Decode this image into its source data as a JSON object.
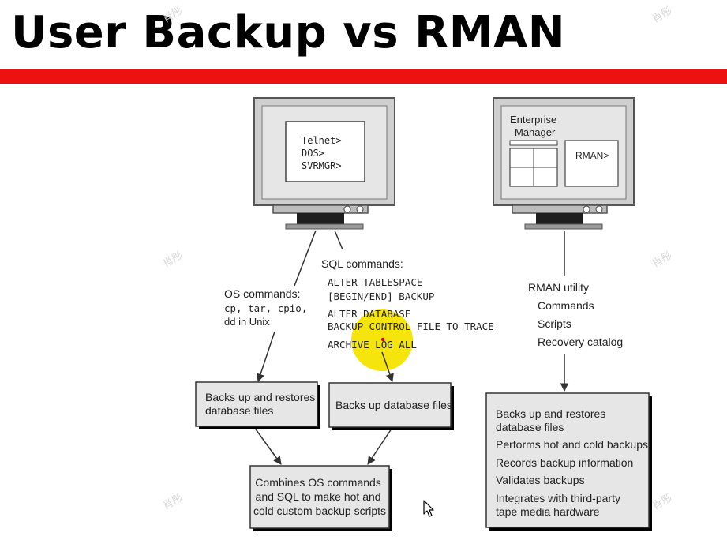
{
  "slide": {
    "title": "User Backup vs RMAN",
    "title_bar_color": "#ee1111",
    "watermark": "肖彤"
  },
  "left": {
    "screen_lines": [
      "Telnet>",
      "DOS>",
      "SVRMGR>"
    ],
    "os_commands": [
      "OS commands:",
      "cp, tar, cpio,",
      "dd in Unix"
    ],
    "sql_heading": "SQL commands:",
    "sql_lines": [
      "ALTER TABLESPACE",
      "[BEGIN/END] BACKUP",
      "ALTER DATABASE",
      "BACKUP CONTROL FILE TO TRACE",
      "ARCHIVE LOG ALL"
    ],
    "box_os": [
      "Backs up and restores",
      "database files"
    ],
    "box_sql": "Backs up database files",
    "box_combined": [
      "Combines OS commands",
      "and SQL to make hot and",
      "cold custom backup scripts"
    ]
  },
  "right": {
    "em_label": [
      "Enterprise",
      "Manager"
    ],
    "rman_prompt": "RMAN>",
    "utility": [
      "RMAN utility",
      "Commands",
      "Scripts",
      "Recovery catalog"
    ],
    "features": [
      "Backs up and restores",
      "database files",
      "Performs hot and cold backups",
      "Records backup information",
      "Validates backups",
      "Integrates with third-party",
      "tape media hardware"
    ]
  },
  "highlight_color": "#f5e300",
  "icons": [
    "mouse-cursor-icon"
  ]
}
